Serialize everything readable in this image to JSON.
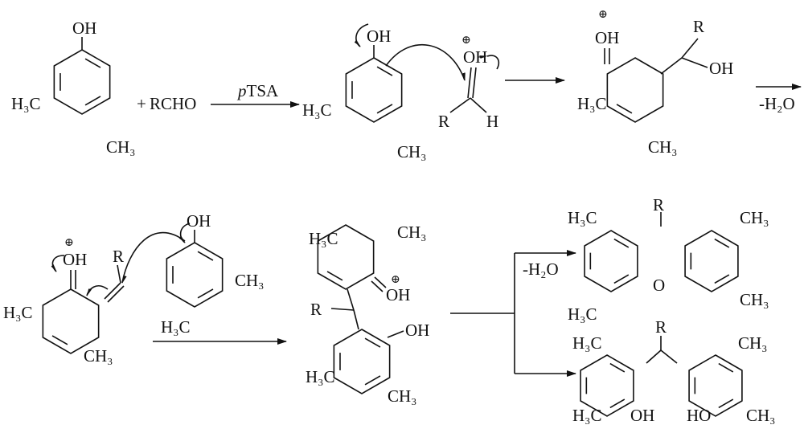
{
  "title": "Acid-catalyzed condensation of dimethylphenol with aldehyde",
  "step1": {
    "phenol_oh": "OH",
    "phenol_h3c": "H₃C",
    "phenol_ch3": "CH₃",
    "plus": "+",
    "aldehyde": "RCHO",
    "catalyst_prefix": "p",
    "catalyst": "TSA"
  },
  "step2": {
    "phenol_oh": "OH",
    "phenol_h3c": "H₃C",
    "phenol_ch3": "CH₃",
    "charge": "⊕",
    "oh": "OH",
    "r": "R",
    "h": "H"
  },
  "step3": {
    "charge": "⊕",
    "oh_plus": "OH",
    "r": "R",
    "oh": "OH",
    "h3c": "H₃C",
    "ch3": "CH₃",
    "dehydration": "-H₂O"
  },
  "step4": {
    "charge": "⊕",
    "oh_plus": "OH",
    "r": "R",
    "h3c": "H₃C",
    "ch3": "CH₃",
    "phenol_oh": "OH",
    "phenol_ch3": "CH₃",
    "phenol_h3c": "H₃C"
  },
  "intermediate": {
    "top_h3c": "H₃C",
    "top_ch3": "CH₃",
    "charge": "⊕",
    "oh_plus": "OH",
    "r": "R",
    "oh": "OH",
    "bottom_h3c": "H₃C",
    "bottom_ch3": "CH₃"
  },
  "branch": {
    "dehydration": "-H₂O"
  },
  "xanthene": {
    "r": "R",
    "h3c_top": "H₃C",
    "ch3_top": "CH₃",
    "o": "O",
    "h3c_bottom": "H₃C",
    "ch3_bottom": "CH₃"
  },
  "bisphenol": {
    "r": "R",
    "h3c_top": "H₃C",
    "ch3_top": "CH₃",
    "h3c_bottom": "H₃C",
    "oh_left": "OH",
    "ho_right": "HO",
    "ch3_bottom": "CH₃"
  }
}
